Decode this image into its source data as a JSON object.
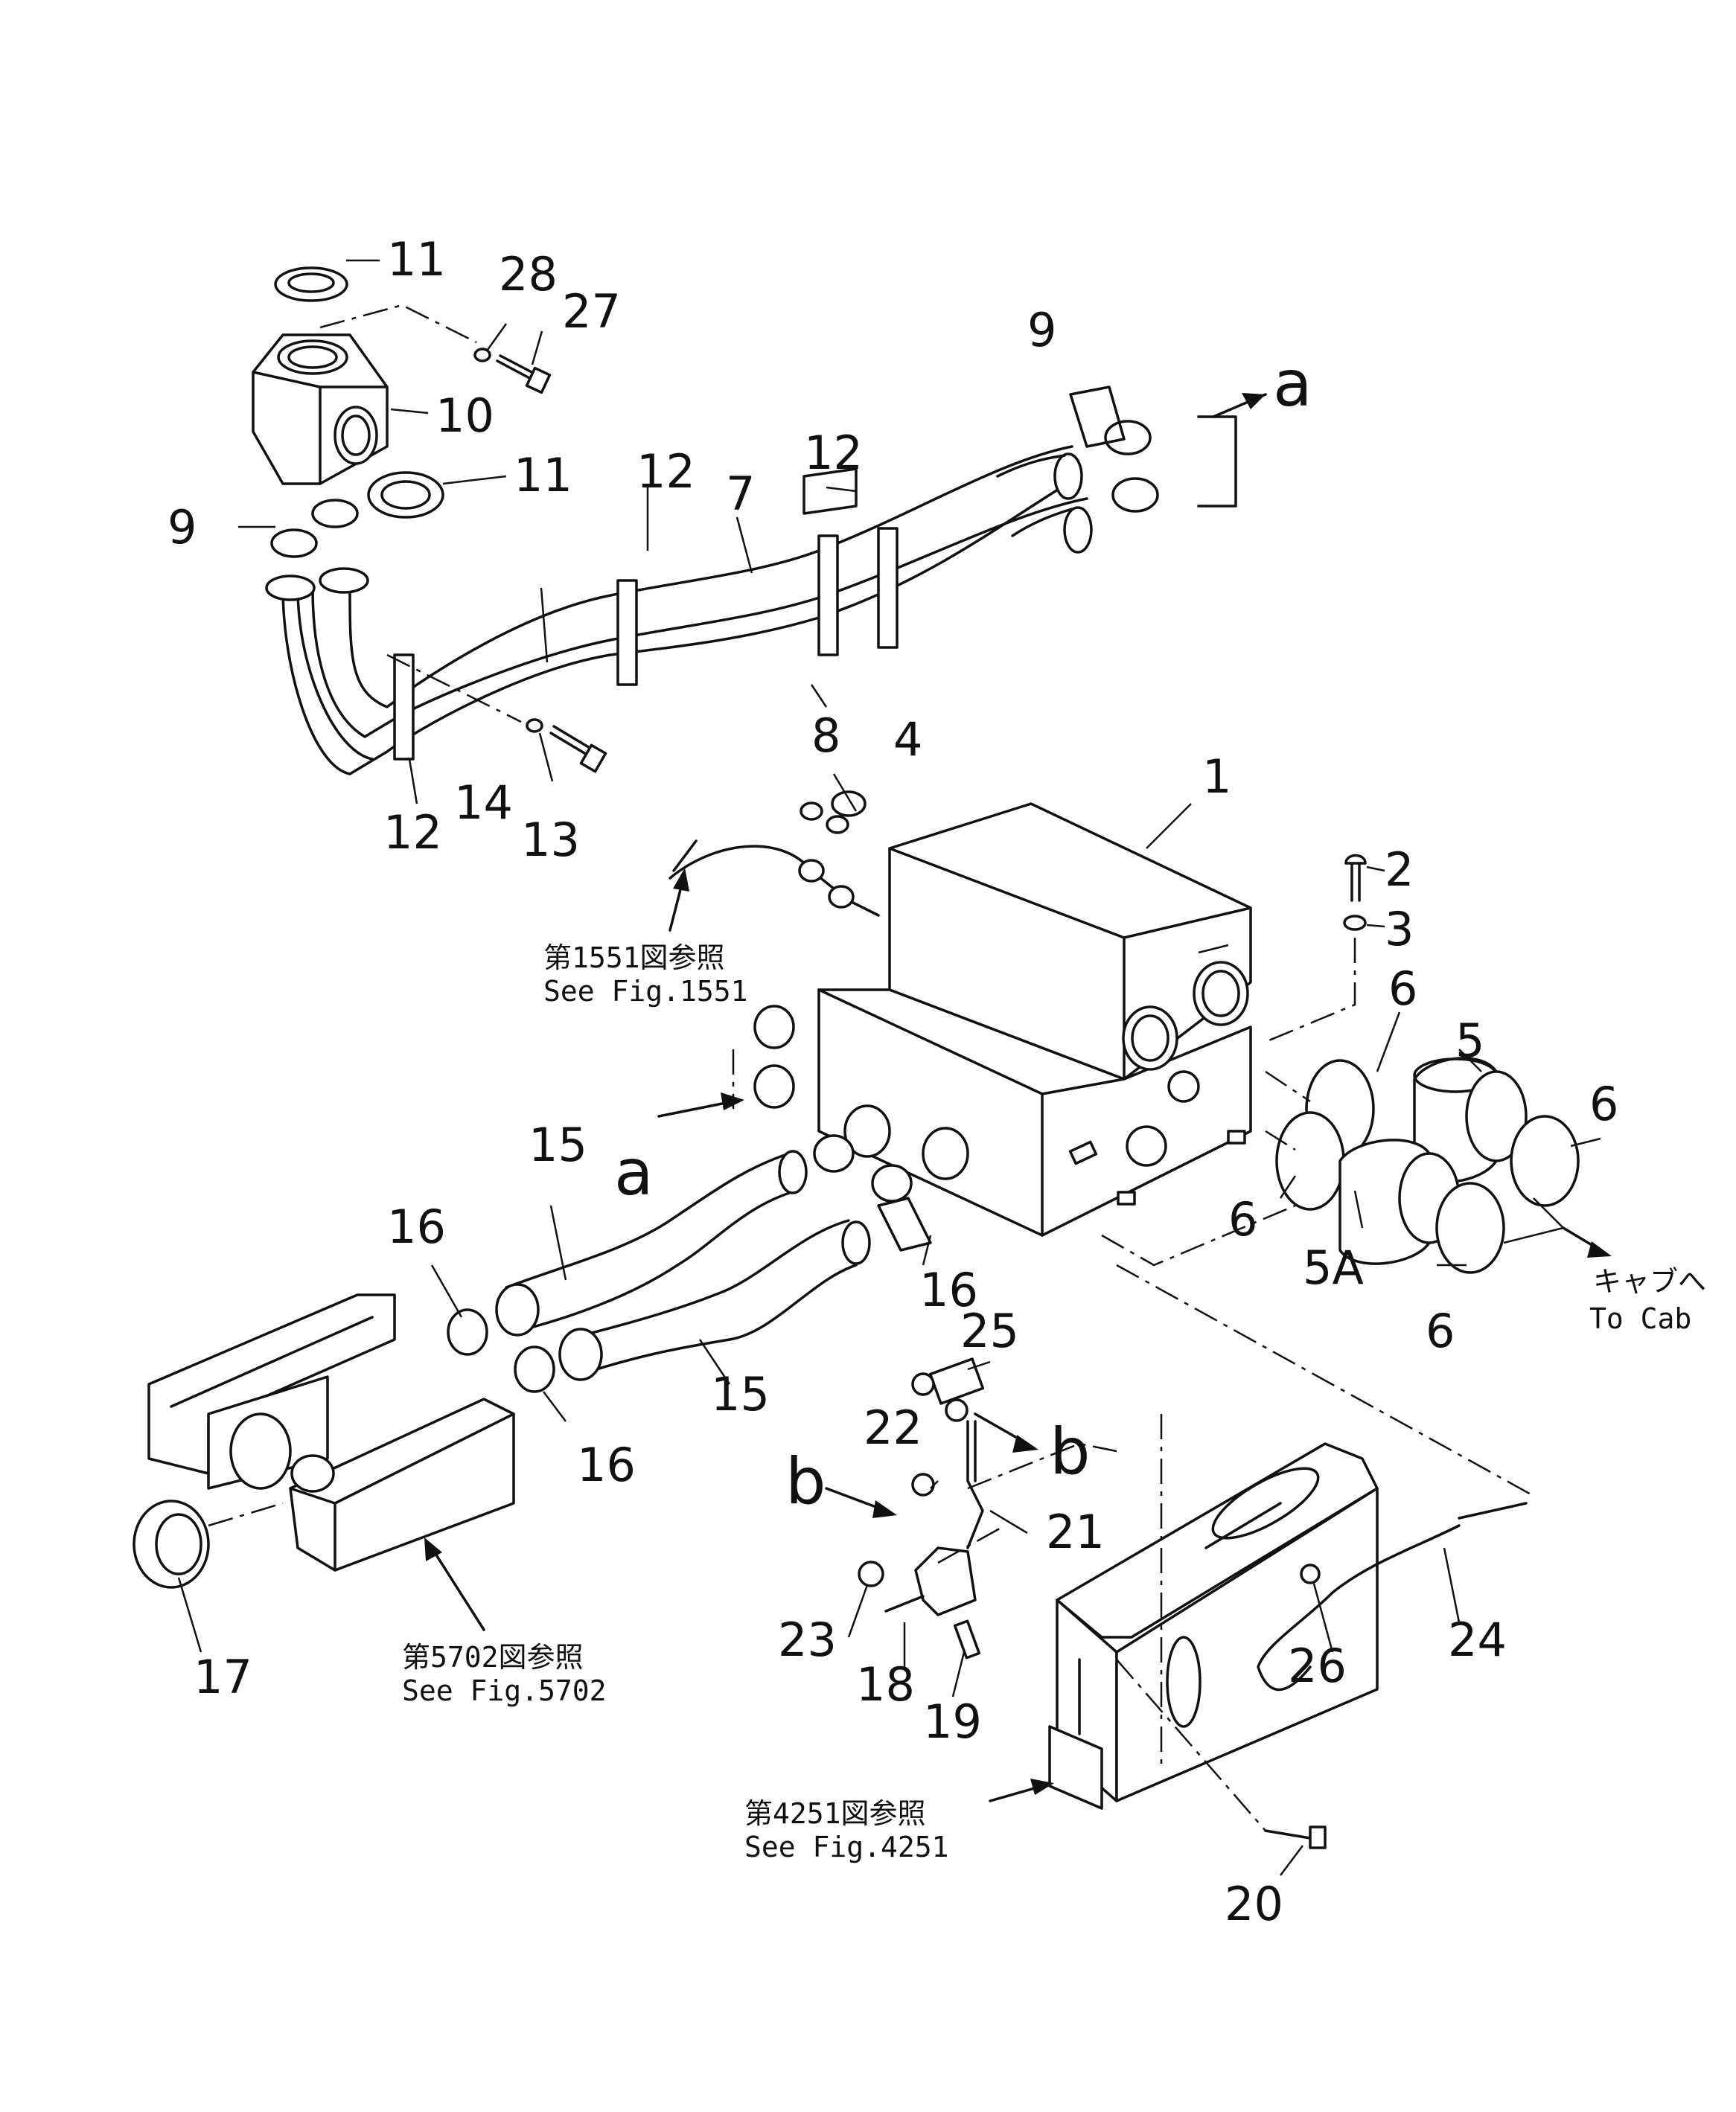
{
  "callouts": {
    "c1": "1",
    "c2": "2",
    "c3": "3",
    "c4": "4",
    "c5": "5",
    "c5a": "5A",
    "c6a": "6",
    "c6b": "6",
    "c6c": "6",
    "c6d": "6",
    "c7": "7",
    "c8": "8",
    "c9a": "9",
    "c9b": "9",
    "c10": "10",
    "c11a": "11",
    "c11b": "11",
    "c12a": "12",
    "c12b": "12",
    "c12c": "12",
    "c13": "13",
    "c14": "14",
    "c15a": "15",
    "c15b": "15",
    "c16a": "16",
    "c16b": "16",
    "c16c": "16",
    "c17": "17",
    "c18": "18",
    "c19": "19",
    "c20": "20",
    "c21": "21",
    "c22": "22",
    "c23": "23",
    "c24": "24",
    "c25": "25",
    "c26": "26",
    "c27": "27",
    "c28": "28"
  },
  "connectors": {
    "a_top": "a",
    "a_mid": "a",
    "b_right": "b",
    "b_left": "b"
  },
  "references": {
    "fig1551_jp": "第1551図参照",
    "fig1551_en": "See Fig.1551",
    "fig5702_jp": "第5702図参照",
    "fig5702_en": "See Fig.5702",
    "fig4251_jp": "第4251図参照",
    "fig4251_en": "See Fig.4251",
    "to_cab_jp": "キャブへ",
    "to_cab_en": "To Cab"
  }
}
